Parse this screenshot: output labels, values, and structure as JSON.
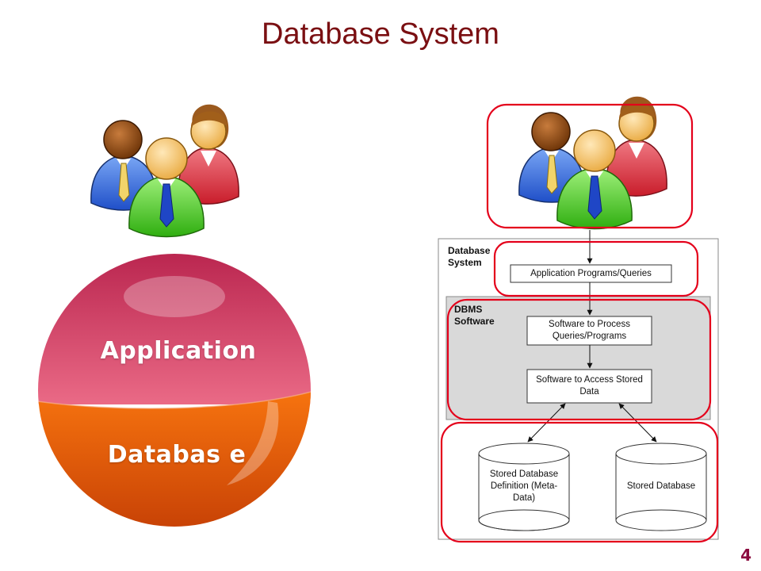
{
  "slide": {
    "title": "Database System",
    "page_number": "4"
  },
  "left_graphic": {
    "people_icon": "users-group-icon",
    "sphere_top_label": "Application",
    "sphere_bottom_label": "Databas e",
    "colors": {
      "top": "#c8365a",
      "bottom": "#e95a0c"
    }
  },
  "diagram": {
    "people_icon": "users-group-icon",
    "database_system_label": "Database System",
    "app_programs_label": "Application Programs/Queries",
    "dbms_label": "DBMS Software",
    "process_label": "Software to Process Queries/Programs",
    "access_label": "Software to Access Stored Data",
    "stored_def_label": "Stored Database Definition (Meta-Data)",
    "stored_db_label": "Stored Database",
    "highlight_color": "#e4001b"
  }
}
